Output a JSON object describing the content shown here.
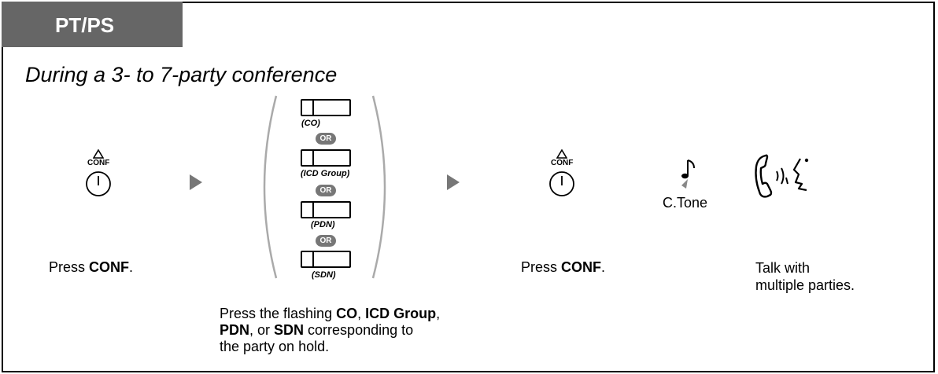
{
  "header": {
    "tab_label": "PT/PS"
  },
  "subtitle": "During a 3- to 7-party conference",
  "steps": {
    "step1": {
      "key_label": "CONF",
      "prefix": "Press ",
      "bold": "CONF",
      "suffix": "."
    },
    "step2": {
      "keys": [
        {
          "label": "(CO)"
        },
        {
          "label": "(ICD Group)"
        },
        {
          "label": "(PDN)"
        },
        {
          "label": "(SDN)"
        }
      ],
      "or_label": "OR",
      "note": {
        "p1": "Press the flashing ",
        "b1": "CO",
        "p2": ", ",
        "b2": "ICD Group",
        "p3": ",",
        "b3": "PDN",
        "p4": ", or ",
        "b4": "SDN",
        "p5": " corresponding to",
        "line3": "the party on hold."
      }
    },
    "step3": {
      "key_label": "CONF",
      "prefix": "Press ",
      "bold": "CONF",
      "suffix": "."
    },
    "step4": {
      "tone_label": "C.Tone"
    },
    "step5": {
      "line1": "Talk with",
      "line2": "multiple parties."
    }
  },
  "colors": {
    "tab_bg": "#666666",
    "arrow": "#777777",
    "or_badge": "#777777",
    "bracket": "#aaaaaa"
  },
  "icons": [
    "conf-button-icon",
    "arrow-icon",
    "flexible-button-icon",
    "confirmation-tone-icon",
    "handset-talk-icon"
  ]
}
